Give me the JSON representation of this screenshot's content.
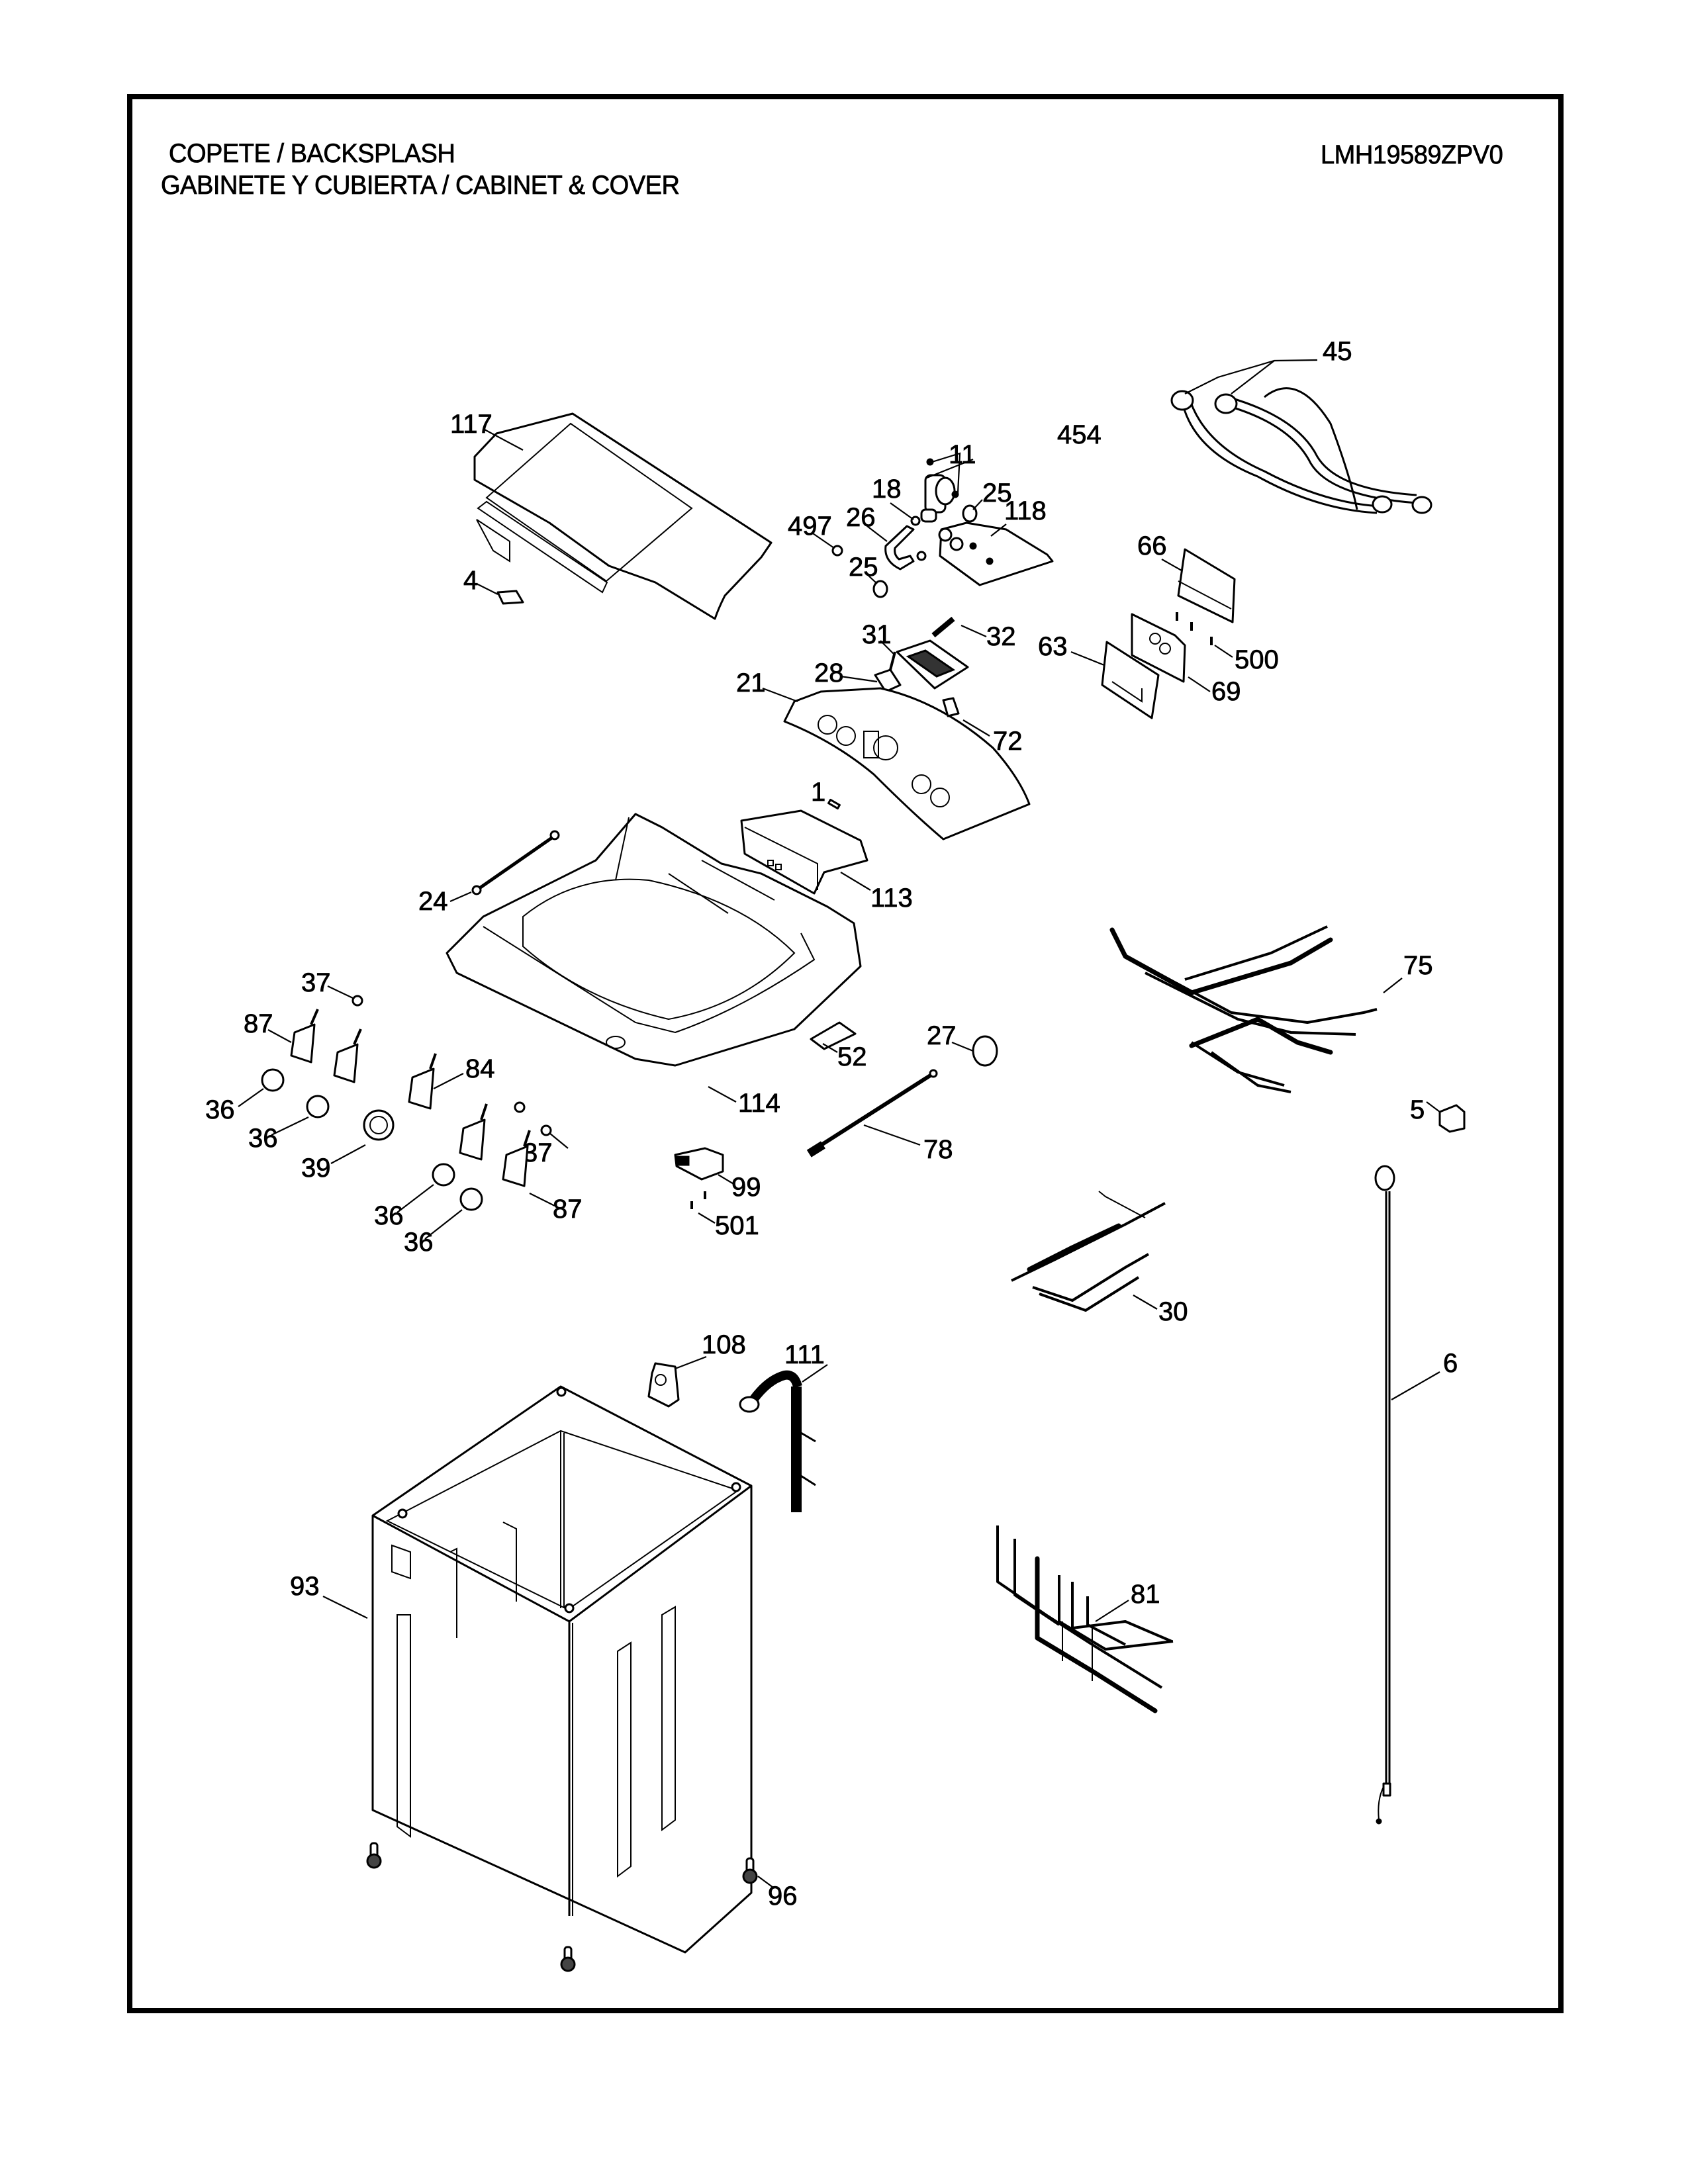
{
  "header": {
    "title_line1": "COPETE / BACKSPLASH",
    "title_line2": "GABINETE Y CUBIERTA / CABINET & COVER",
    "model_number": "LMH19589ZPV0"
  },
  "diagram": {
    "type": "exploded-parts-diagram",
    "subject": "Washer backsplash, cabinet & cover",
    "callouts": [
      {
        "id": "c117",
        "label": "117",
        "part": "top-cover"
      },
      {
        "id": "c4",
        "label": "4",
        "part": "badge"
      },
      {
        "id": "c11",
        "label": "11",
        "part": "water-valve"
      },
      {
        "id": "c454",
        "label": "454",
        "part": "valve-screws"
      },
      {
        "id": "c18",
        "label": "18",
        "part": "hose-clamp"
      },
      {
        "id": "c25a",
        "label": "25",
        "part": "hose-clamp"
      },
      {
        "id": "c26",
        "label": "26",
        "part": "valve-hose"
      },
      {
        "id": "c497",
        "label": "497",
        "part": "grommet"
      },
      {
        "id": "c25b",
        "label": "25",
        "part": "hose-clamp"
      },
      {
        "id": "c118",
        "label": "118",
        "part": "valve-bracket"
      },
      {
        "id": "c45",
        "label": "45",
        "part": "inlet-hoses"
      },
      {
        "id": "c66",
        "label": "66",
        "part": "pcb-bracket"
      },
      {
        "id": "c500",
        "label": "500",
        "part": "screws"
      },
      {
        "id": "c32",
        "label": "32",
        "part": "light-pipe"
      },
      {
        "id": "c31",
        "label": "31",
        "part": "display-cover"
      },
      {
        "id": "c28",
        "label": "28",
        "part": "switch"
      },
      {
        "id": "c63",
        "label": "63",
        "part": "pcb-case"
      },
      {
        "id": "c69",
        "label": "69",
        "part": "main-pcb"
      },
      {
        "id": "c21",
        "label": "21",
        "part": "control-panel"
      },
      {
        "id": "c72",
        "label": "72",
        "part": "buzzer"
      },
      {
        "id": "c1",
        "label": "1",
        "part": "nameplate"
      },
      {
        "id": "c113",
        "label": "113",
        "part": "detergent-drawer"
      },
      {
        "id": "c24",
        "label": "24",
        "part": "hose"
      },
      {
        "id": "c75",
        "label": "75",
        "part": "wire-harness"
      },
      {
        "id": "c37a",
        "label": "37",
        "part": "clip"
      },
      {
        "id": "c87a",
        "label": "87",
        "part": "encoder"
      },
      {
        "id": "c84",
        "label": "84",
        "part": "encoder"
      },
      {
        "id": "c36a",
        "label": "36",
        "part": "knob"
      },
      {
        "id": "c36b",
        "label": "36",
        "part": "knob"
      },
      {
        "id": "c39",
        "label": "39",
        "part": "knob-large"
      },
      {
        "id": "c37b",
        "label": "37",
        "part": "clip"
      },
      {
        "id": "c87b",
        "label": "87",
        "part": "encoder"
      },
      {
        "id": "c36c",
        "label": "36",
        "part": "knob"
      },
      {
        "id": "c36d",
        "label": "36",
        "part": "knob"
      },
      {
        "id": "c114",
        "label": "114",
        "part": "top-frame"
      },
      {
        "id": "c52",
        "label": "52",
        "part": "plate"
      },
      {
        "id": "c27",
        "label": "27",
        "part": "lid-switch"
      },
      {
        "id": "c78",
        "label": "78",
        "part": "harness"
      },
      {
        "id": "c99",
        "label": "99",
        "part": "door-lock"
      },
      {
        "id": "c501",
        "label": "501",
        "part": "screws"
      },
      {
        "id": "c5",
        "label": "5",
        "part": "connector"
      },
      {
        "id": "c30",
        "label": "30",
        "part": "harness"
      },
      {
        "id": "c6",
        "label": "6",
        "part": "power-cord"
      },
      {
        "id": "c108",
        "label": "108",
        "part": "bracket"
      },
      {
        "id": "c111",
        "label": "111",
        "part": "drain-hose"
      },
      {
        "id": "c93",
        "label": "93",
        "part": "cabinet"
      },
      {
        "id": "c81",
        "label": "81",
        "part": "harness"
      },
      {
        "id": "c96",
        "label": "96",
        "part": "leveling-foot"
      }
    ]
  }
}
